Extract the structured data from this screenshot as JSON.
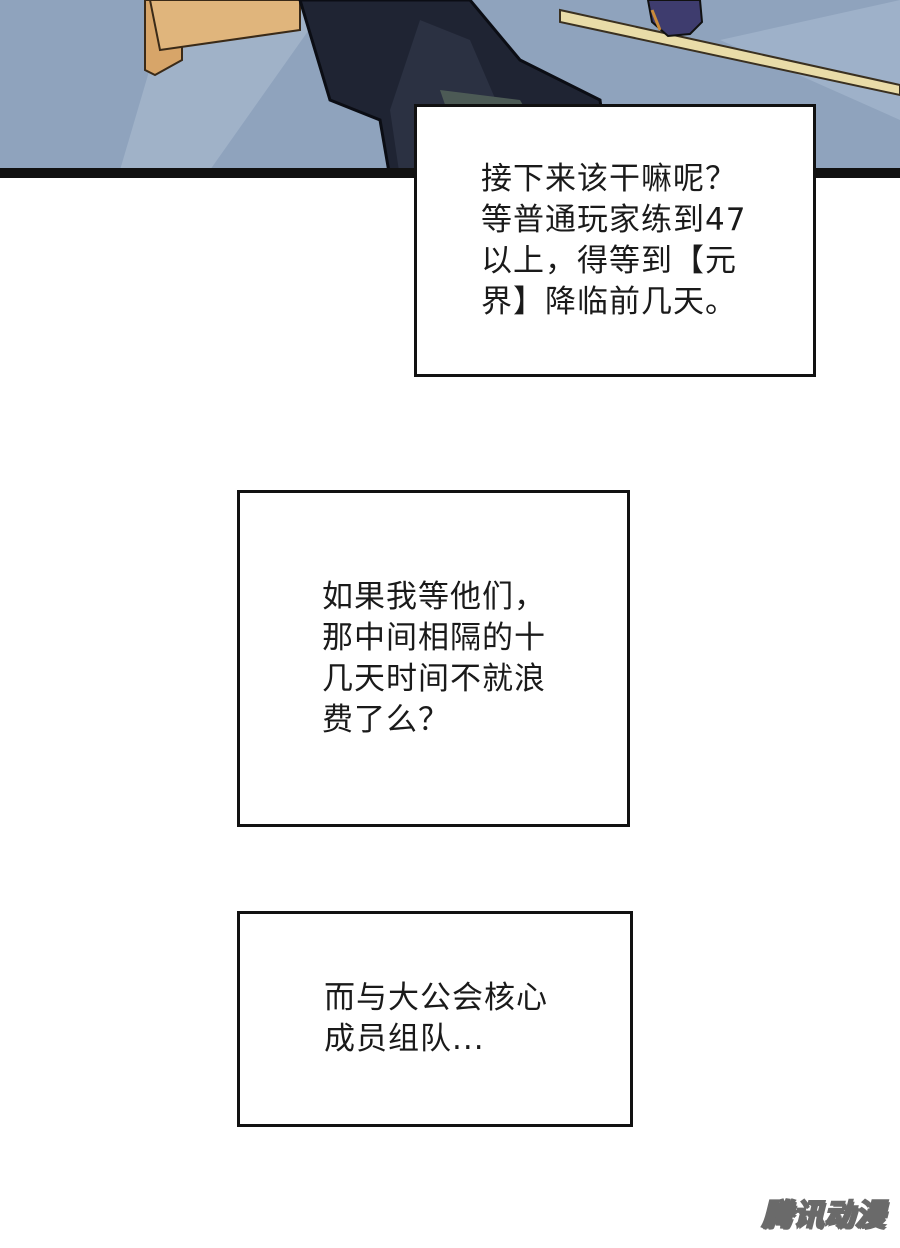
{
  "captions": [
    {
      "id": "caption-1",
      "text": "接下来该干嘛呢？\n等普通玩家练到47\n以上，得等到【元\n界】降临前几天。"
    },
    {
      "id": "caption-2",
      "text": "如果我等他们，\n那中间相隔的十\n几天时间不就浪\n费了么？"
    },
    {
      "id": "caption-3",
      "text": "而与大公会核心\n成员组队..."
    }
  ],
  "watermark": "腾讯动漫",
  "colors": {
    "sky": "#8fa3bd",
    "wood": "#d7a569",
    "coat": "#1f2433",
    "border": "#111111"
  }
}
